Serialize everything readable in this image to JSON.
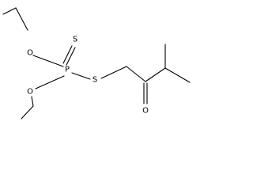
{
  "molecule": {
    "atoms": {
      "s_thione": "S",
      "o_upper": "O",
      "phosphorus": "P",
      "o_lower": "O",
      "s_bridge": "S",
      "o_ketone": "O"
    }
  }
}
